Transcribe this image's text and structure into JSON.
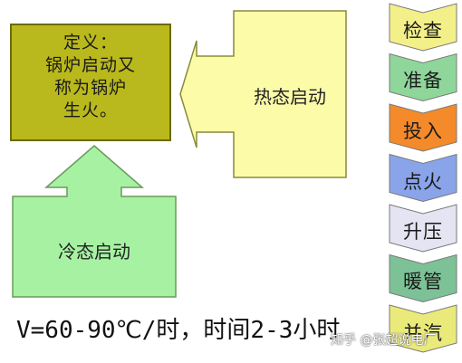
{
  "definition": {
    "lines": [
      "定义：",
      "锅炉启动又",
      "称为锅炉",
      "生火。"
    ]
  },
  "hot_start_label": "热态启动",
  "cold_start_label": "冷态启动",
  "formula_text": "V=60-90℃/时，时间2-3小时",
  "watermark": "知乎 @张超说电厂",
  "steps": [
    {
      "label": "检查",
      "fill": "#f3f08a"
    },
    {
      "label": "准备",
      "fill": "#8fd69a"
    },
    {
      "label": "投入",
      "fill": "#f48a2a"
    },
    {
      "label": "点火",
      "fill": "#8aa4ea"
    },
    {
      "label": "升压",
      "fill": "#e4e4f2"
    },
    {
      "label": "暖管",
      "fill": "#7dc197"
    },
    {
      "label": "并汽",
      "fill": "#eaea7a"
    }
  ]
}
